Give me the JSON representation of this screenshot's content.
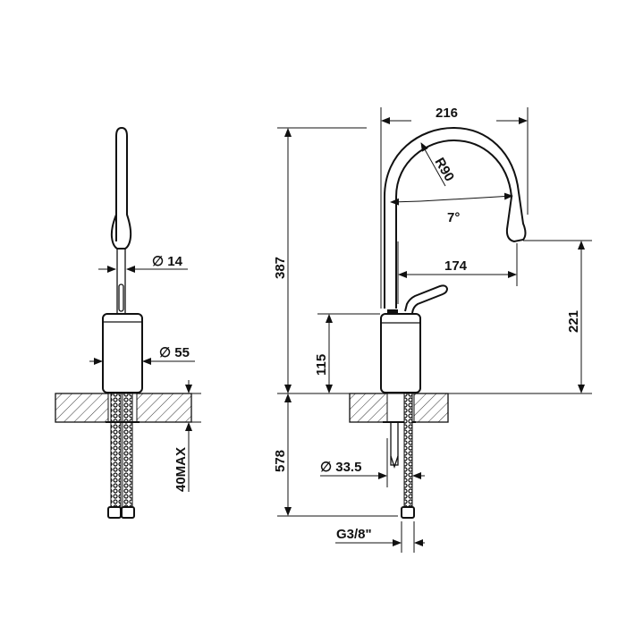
{
  "drawing": {
    "title": "Faucet technical dimension drawing",
    "views": [
      "side-view",
      "front-view"
    ],
    "side_view": {
      "dimensions": {
        "spout_diameter": "∅ 14",
        "body_diameter": "∅ 55",
        "max_counter_thickness": "40MAX"
      }
    },
    "front_view": {
      "dimensions": {
        "spout_reach_total": "216",
        "spout_radius": "R90",
        "spout_angle": "7°",
        "total_height": "387",
        "spout_reach": "174",
        "spout_outlet_height": "221",
        "body_height": "115",
        "hose_length": "578",
        "hole_diameter": "∅ 33.5",
        "connection_thread": "G3/8\""
      }
    }
  }
}
